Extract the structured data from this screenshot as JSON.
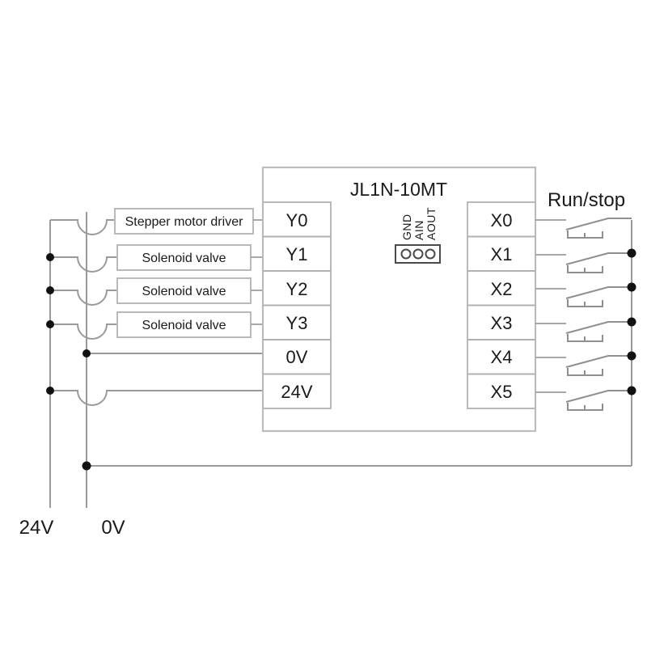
{
  "diagram": {
    "title": "JL1N-10MT",
    "plc_model": "JL1N-10MT",
    "output_terminals": [
      {
        "id": "Y0",
        "label": "Y0"
      },
      {
        "id": "Y1",
        "label": "Y1"
      },
      {
        "id": "Y2",
        "label": "Y2"
      },
      {
        "id": "Y3",
        "label": "Y3"
      },
      {
        "id": "0V",
        "label": "0V"
      },
      {
        "id": "24V",
        "label": "24V"
      }
    ],
    "input_terminals": [
      {
        "id": "X0",
        "label": "X0"
      },
      {
        "id": "X1",
        "label": "X1"
      },
      {
        "id": "X2",
        "label": "X2"
      },
      {
        "id": "X3",
        "label": "X3"
      },
      {
        "id": "X4",
        "label": "X4"
      },
      {
        "id": "X5",
        "label": "X5"
      }
    ],
    "devices": [
      {
        "label": "Stepper motor driver",
        "terminal": "Y0"
      },
      {
        "label": "Solenoid valve",
        "terminal": "Y1"
      },
      {
        "label": "Solenoid valve",
        "terminal": "Y2"
      },
      {
        "label": "Solenoid valve",
        "terminal": "Y3"
      }
    ],
    "analog_connector": {
      "pins": [
        "GND",
        "AIN",
        "AOUT"
      ],
      "pin_count": 3
    },
    "input_section_label": "Run/stop",
    "power_rails": [
      {
        "label": "24V"
      },
      {
        "label": "0V"
      }
    ],
    "colors": {
      "wire": "#9a9a9a",
      "box_border": "#b9b9b9",
      "text": "#1a1a1a",
      "junction_dot": "#111111",
      "connector_outline": "#4a4a4a",
      "background": "#ffffff"
    }
  }
}
